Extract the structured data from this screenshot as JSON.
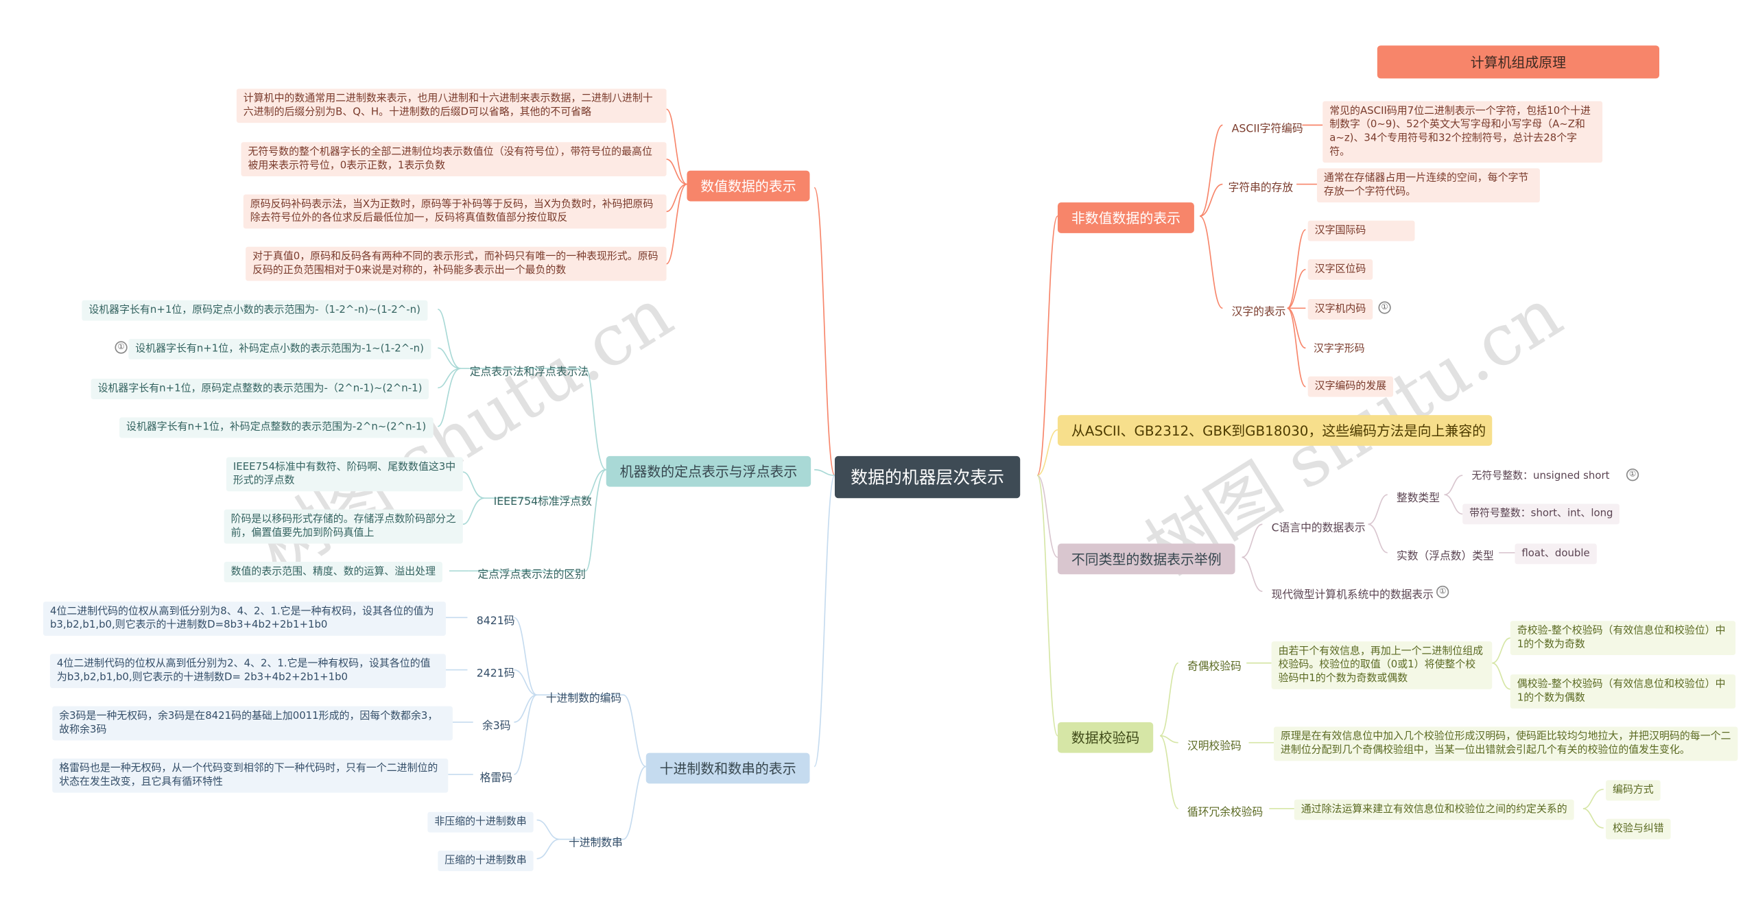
{
  "title": "计算机组成原理",
  "center": "数据的机器层次表示",
  "watermarks": [
    "树图 shutu.cn",
    "树图 shutu.cn"
  ],
  "colors": {
    "red": "#f7856a",
    "teal": "#a9d9d6",
    "blue": "#c5dbef",
    "yellow": "#f7df8c",
    "mauve": "#d9c6cf",
    "green": "#d6e6a6",
    "center": "#3e4b55"
  },
  "left": {
    "numeric": {
      "label": "数值数据的表示",
      "leaves": [
        "计算机中的数通常用二进制数来表示，也用八进制和十六进制来表示数据，二进制八进制十六进制的后缀分别为B、Q、H。十进制数的后缀D可以省略，其他的不可省略",
        "无符号数的整个机器字长的全部二进制位均表示数值位（没有符号位），带符号位的最高位被用来表示符号位，0表示正数，1表示负数",
        "原码反码补码表示法，当X为正数时，原码等于补码等于反码，当X为负数时，补码把原码除去符号位外的各位求反后最低位加一，反码将真值数值部分按位取反",
        "对于真值0，原码和反码各有两种不同的表示形式，而补码只有唯一的一种表现形式。原码反码的正负范围相对于0来说是对称的，补码能多表示出一个最负的数"
      ]
    },
    "fixfloat": {
      "label": "机器数的定点表示与浮点表示",
      "fixed": {
        "label": "定点表示法和浮点表示法",
        "leaves": [
          "设机器字长有n+1位，原码定点小数的表示范围为-（1-2^-n)~(1-2^-n)",
          "设机器字长有n+1位，补码定点小数的表示范围为-1~(1-2^-n)",
          "设机器字长有n+1位，原码定点整数的表示范围为-（2^n-1)~(2^n-1)",
          "设机器字长有n+1位，补码定点整数的表示范围为-2^n~(2^n-1)"
        ]
      },
      "ieee": {
        "label": "IEEE754标准浮点数",
        "leaves": [
          "IEEE754标准中有数符、阶码啊、尾数数值这3中形式的浮点数",
          "阶码是以移码形式存储的。存储浮点数阶码部分之前，偏置值要先加到阶码真值上"
        ]
      },
      "diff": {
        "label": "定点浮点表示法的区别",
        "leaves": [
          "数值的表示范围、精度、数的运算、溢出处理"
        ]
      }
    },
    "decimal": {
      "label": "十进制数和数串的表示",
      "coding": {
        "label": "十进制数的编码",
        "items": [
          {
            "label": "8421码",
            "leaf": "4位二进制代码的位权从高到低分别为8、4、2、1.它是一种有权码，设其各位的值为b3,b2,b1,b0,则它表示的十进制数D=8b3+4b2+2b1+1b0"
          },
          {
            "label": "2421码",
            "leaf": "4位二进制代码的位权从高到低分别为2、4、2、1.它是一种有权码，设其各位的值为b3,b2,b1,b0,则它表示的十进制数D= 2b3+4b2+2b1+1b0"
          },
          {
            "label": "余3码",
            "leaf": "余3码是一种无权码，余3码是在8421码的基础上加0011形成的，因每个数都余3，故称余3码"
          },
          {
            "label": "格雷码",
            "leaf": "格雷码也是一种无权码，从一个代码变到相邻的下一种代码时，只有一个二进制位的状态在发生改变，且它具有循环特性"
          }
        ]
      },
      "strings": {
        "label": "十进制数串",
        "leaves": [
          "非压缩的十进制数串",
          "压缩的十进制数串"
        ]
      }
    }
  },
  "right": {
    "nonnumeric": {
      "label": "非数值数据的表示",
      "ascii": {
        "label": "ASCII字符编码",
        "leaf": "常见的ASCII码用7位二进制表示一个字符，包括10个十进制数字（0~9)、52个英文大写字母和小写字母（A~Z和a~z)、34个专用符号和32个控制符号，总计去28个字符。"
      },
      "strings": {
        "label": "字符串的存放",
        "leaf": "通常在存储器占用一片连续的空间，每个字节存放一个字符代码。"
      },
      "hanzi": {
        "label": "汉字的表示",
        "leaves": [
          "汉字国际码",
          "汉字区位码",
          "汉字机内码",
          "汉字字形码",
          "汉字编码的发展"
        ]
      }
    },
    "compat": {
      "label": "从ASCII、GB2312、GBK到GB18030，这些编码方法是向上兼容的"
    },
    "examples": {
      "label": "不同类型的数据表示举例",
      "c": {
        "label": "C语言中的数据表示",
        "int": {
          "label": "整数类型",
          "leaves": [
            "无符号整数：unsigned short",
            "带符号整数：short、int、long"
          ]
        },
        "real": {
          "label": "实数（浮点数）类型",
          "leaf": "float、double"
        }
      },
      "modern": {
        "label": "现代微型计算机系统中的数据表示"
      }
    },
    "check": {
      "label": "数据校验码",
      "parity": {
        "label": "奇偶校验码",
        "desc": "由若干个有效信息，再加上一个二进制位组成校验码。校验位的取值（0或1）将使整个校验码中1的个数为奇数或偶数",
        "leaves": [
          "奇校验-整个校验码（有效信息位和校验位）中1的个数为奇数",
          "偶校验-整个校验码（有效信息位和校验位）中1的个数为偶数"
        ]
      },
      "hamming": {
        "label": "汉明校验码",
        "desc": "原理是在有效信息位中加入几个校验位形成汉明码，使码距比较均匀地拉大，并把汉明码的每一个二进制位分配到几个奇偶校验组中，当某一位出错就会引起几个有关的校验位的值发生变化。"
      },
      "crc": {
        "label": "循环冗余校验码",
        "desc": "通过除法运算来建立有效信息位和校验位之间的约定关系的",
        "leaves": [
          "编码方式",
          "校验与纠错"
        ]
      }
    }
  },
  "badge_symbol": "①"
}
